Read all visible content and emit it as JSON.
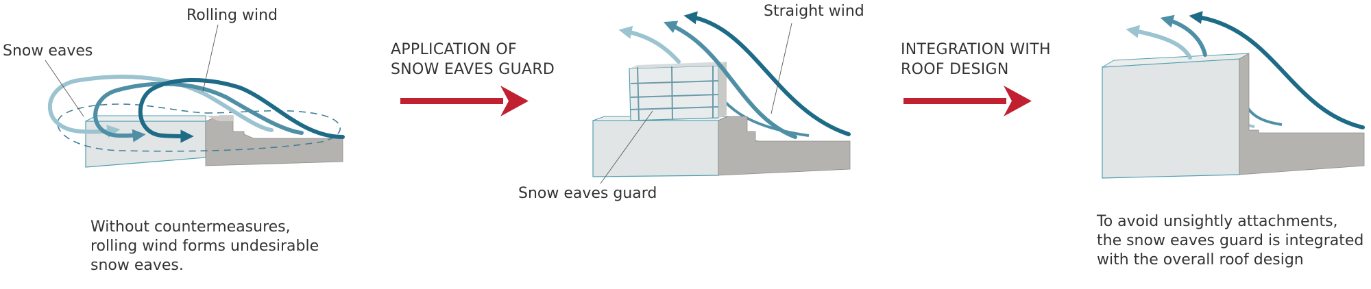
{
  "labels": {
    "rolling_wind": "Rolling wind",
    "snow_eaves": "Snow eaves",
    "straight_wind": "Straight wind",
    "snow_eaves_guard": "Snow eaves guard"
  },
  "steps": {
    "step1": {
      "line1": "APPLICATION OF",
      "line2": "SNOW EAVES GUARD"
    },
    "step2": {
      "line1": "INTEGRATION WITH",
      "line2": "ROOF DESIGN"
    }
  },
  "captions": {
    "left": {
      "line1": "Without countermeasures,",
      "line2": "rolling wind forms undesirable",
      "line3": "snow eaves."
    },
    "right": {
      "line1": "To avoid unsightly attachments,",
      "line2": "the snow eaves guard is integrated",
      "line3": "with the overall roof design"
    }
  },
  "colors": {
    "arrow_red": "#c0202f",
    "wind_dark": "#1d6b86",
    "wind_mid": "#4f8fa6",
    "wind_light": "#9cc3d0",
    "building_light": "#e2e5e5",
    "building_dark": "#b5b3b0",
    "outline": "#4d9fb0"
  }
}
